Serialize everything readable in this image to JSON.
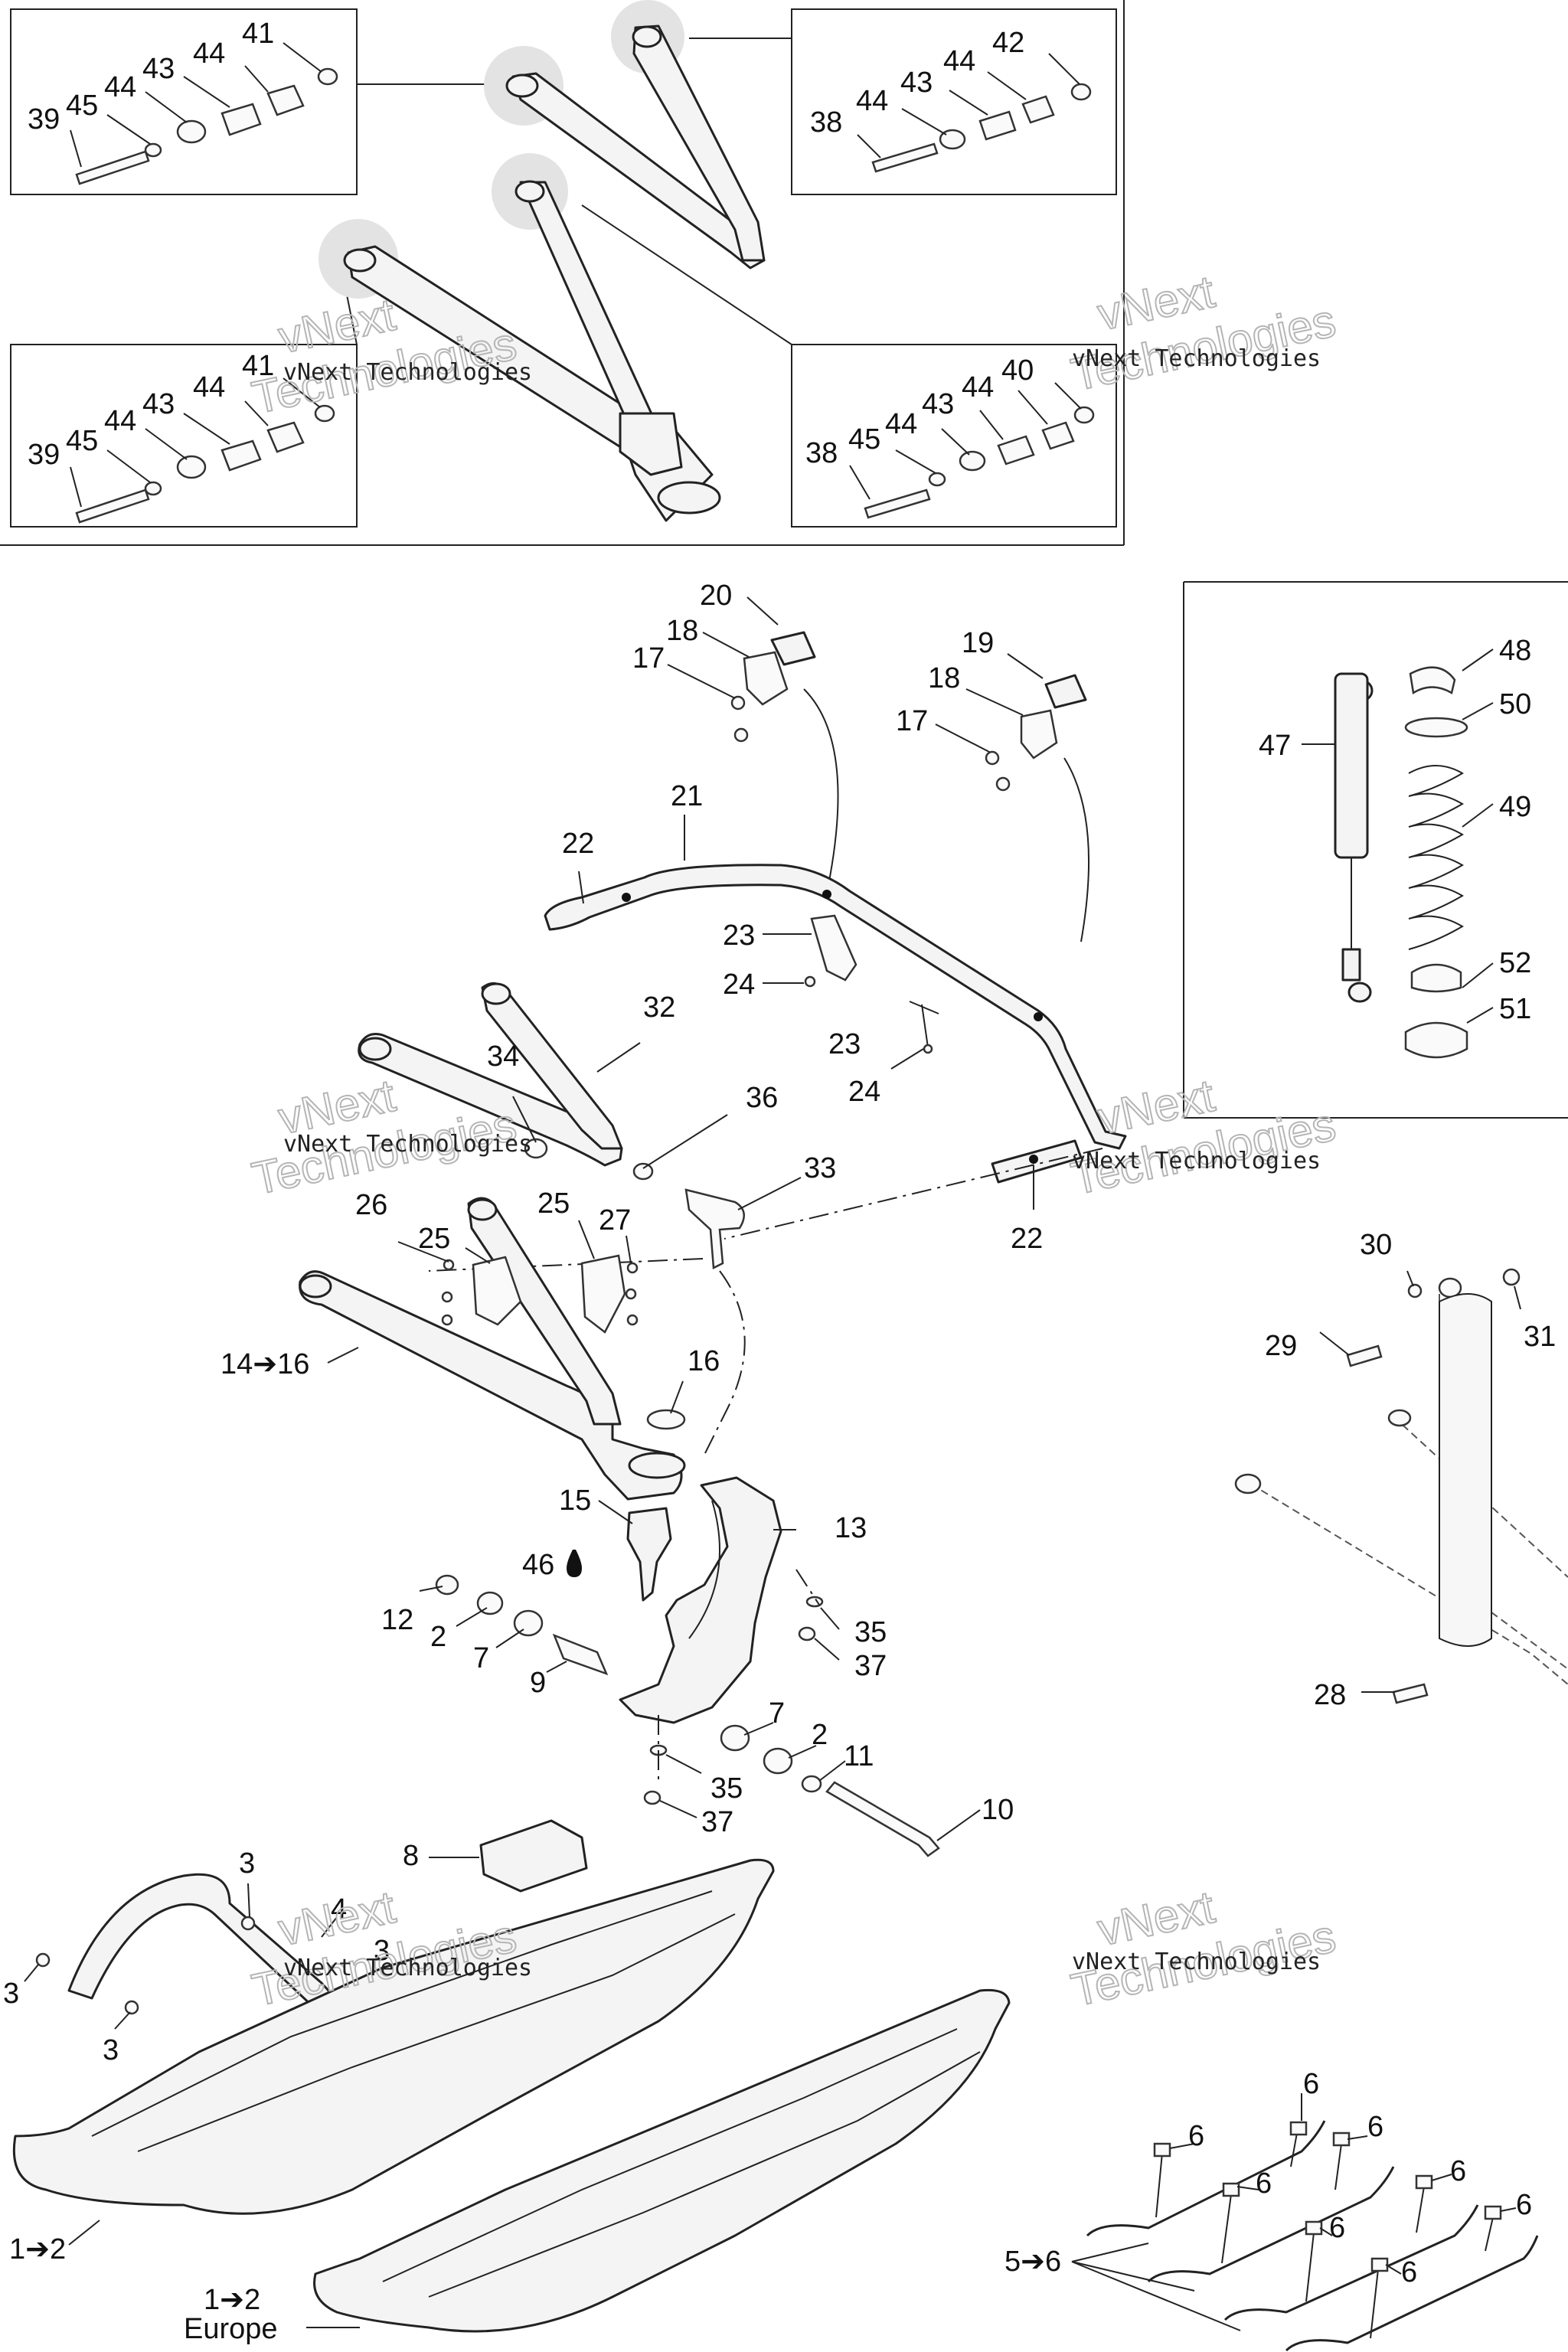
{
  "watermark": {
    "line1": "vNext Technologies",
    "line2": "vNext",
    "line3": "Technologies"
  },
  "callouts": {
    "p1_2": "1➔2",
    "p1_2_europe": "1➔2",
    "europe": "Europe",
    "p2": "2",
    "p3": "3",
    "p4": "4",
    "p5_6": "5➔6",
    "p6": "6",
    "p7": "7",
    "p8": "8",
    "p9": "9",
    "p10": "10",
    "p11": "11",
    "p12": "12",
    "p13": "13",
    "p14_16": "14➔16",
    "p15": "15",
    "p16": "16",
    "p17": "17",
    "p18": "18",
    "p19": "19",
    "p20": "20",
    "p21": "21",
    "p22": "22",
    "p23": "23",
    "p24": "24",
    "p25": "25",
    "p26": "26",
    "p27": "27",
    "p28": "28",
    "p29": "29",
    "p30": "30",
    "p31": "31",
    "p32": "32",
    "p33": "33",
    "p34": "34",
    "p35": "35",
    "p36": "36",
    "p37": "37",
    "p38": "38",
    "p39": "39",
    "p40": "40",
    "p41": "41",
    "p42": "42",
    "p43": "43",
    "p44": "44",
    "p45": "45",
    "p46": "46",
    "p47": "47",
    "p48": "48",
    "p49": "49",
    "p50": "50",
    "p51": "51",
    "p52": "52"
  }
}
